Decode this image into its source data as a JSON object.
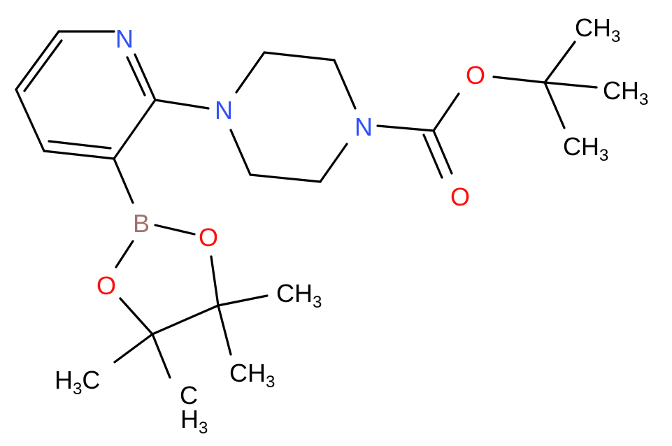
{
  "colors": {
    "bond": "#000000",
    "carbon": "#000000",
    "nitrogen": "#3050F8",
    "oxygen": "#FF0D0D",
    "boron": "#A0716E"
  },
  "atoms": {
    "n_pyridine": "N",
    "n_piperazine_1": "N",
    "n_piperazine_4": "N",
    "o_ester": "O",
    "o_carbonyl": "O",
    "b_boron": "B",
    "o_boronate_1": "O",
    "o_boronate_2": "O",
    "ch3_tbu_top": {
      "main": "CH",
      "sub": "3"
    },
    "ch3_tbu_right": {
      "main": "CH",
      "sub": "3"
    },
    "ch3_tbu_bottom": {
      "main": "CH",
      "sub": "3"
    },
    "ch3_pin_right": {
      "main": "CH",
      "sub": "3"
    },
    "ch3_pin_right2": {
      "main": "CH",
      "sub": "3"
    },
    "h3c_pin_left": {
      "main1": "H",
      "sub": "3",
      "main2": "C"
    },
    "ch3_pin_bottom": {
      "top": "CH",
      "main": "H",
      "sub": "3"
    }
  }
}
